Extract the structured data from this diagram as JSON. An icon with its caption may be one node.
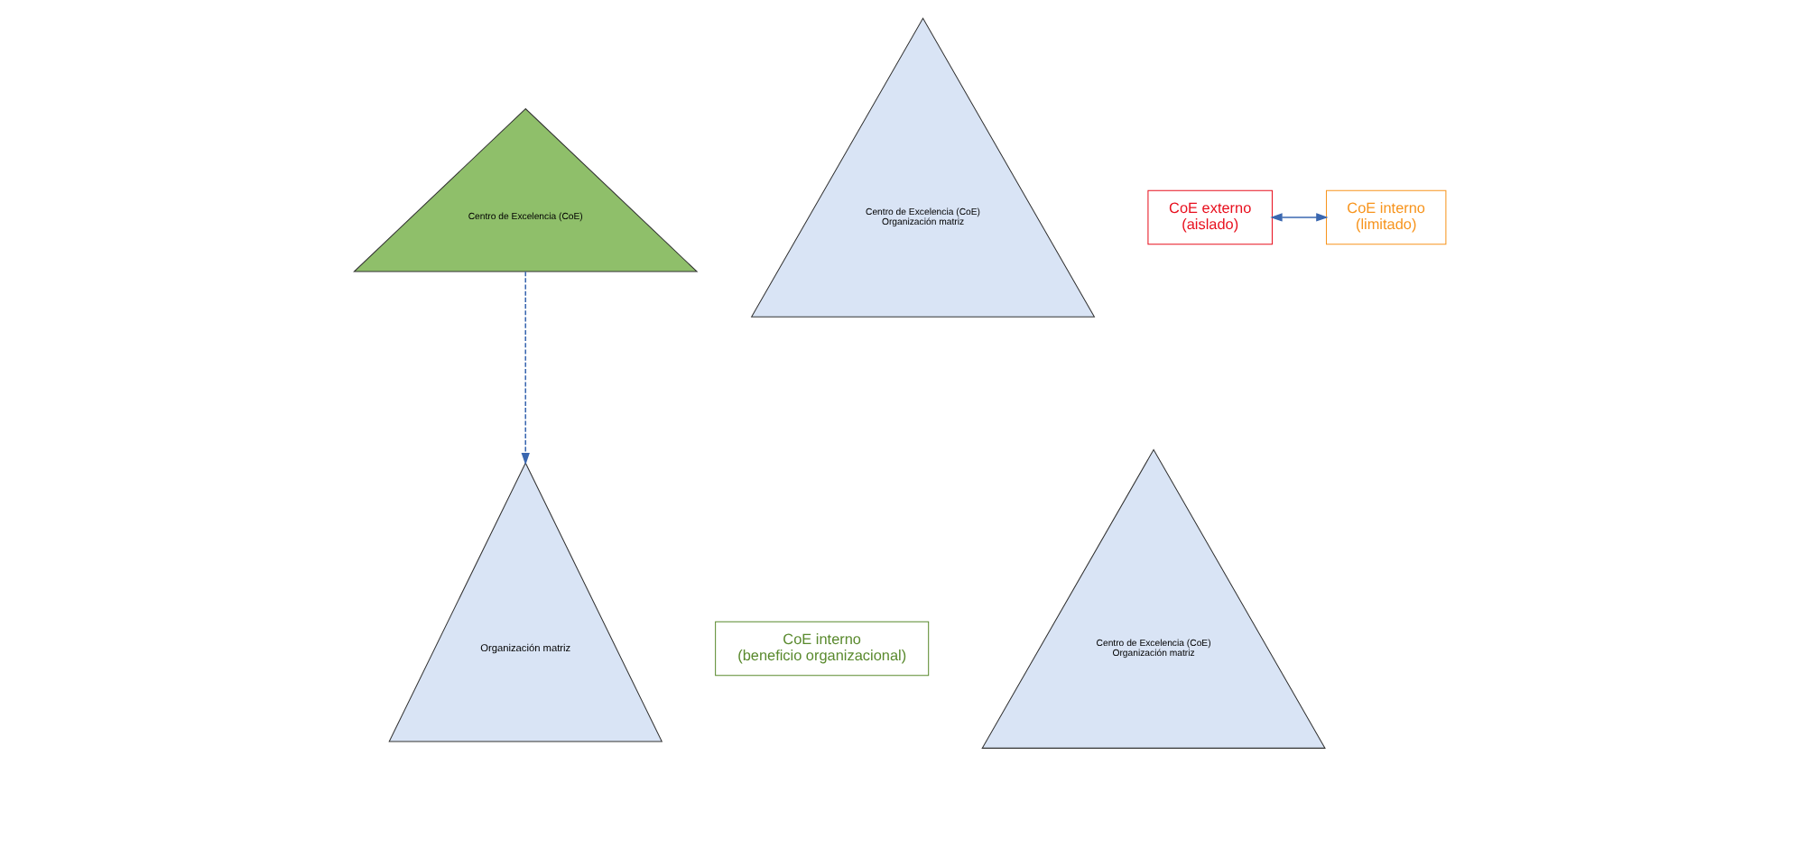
{
  "diagram": {
    "nodes": [
      {
        "text": [
          "Centro de Excelencia (CoE)"
        ]
      },
      {
        "text": [
          "Organización matriz"
        ]
      },
      {
        "text": [
          "Centro de Excelencia (CoE)",
          "Organización matriz"
        ]
      },
      {
        "text": [
          "CoE interno",
          "(beneficio organizacional)"
        ]
      },
      {
        "text": [
          "Centro de Excelencia (CoE)",
          "Organización matriz"
        ]
      },
      {
        "text": [
          "CoE externo",
          "(aislado)"
        ]
      },
      {
        "text": [
          "CoE interno",
          "(limitado)"
        ]
      }
    ],
    "edges": [
      {
        "from": 0,
        "to": 1,
        "arrow": "to",
        "style": "dashed"
      },
      {
        "from": 5,
        "to": 6,
        "arrow": "both"
      }
    ]
  }
}
